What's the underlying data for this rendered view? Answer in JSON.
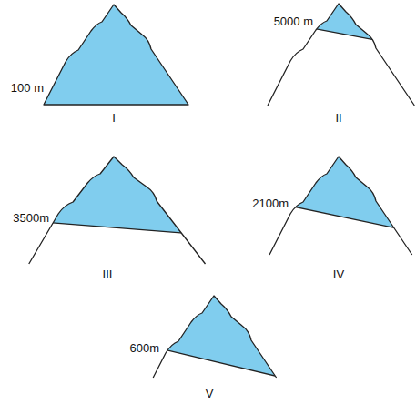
{
  "diagram": {
    "labels": [
      "100 m",
      "I",
      "5000 m",
      "II",
      "3500m",
      "III",
      "2100m",
      "IV",
      "600m",
      "V"
    ]
  }
}
